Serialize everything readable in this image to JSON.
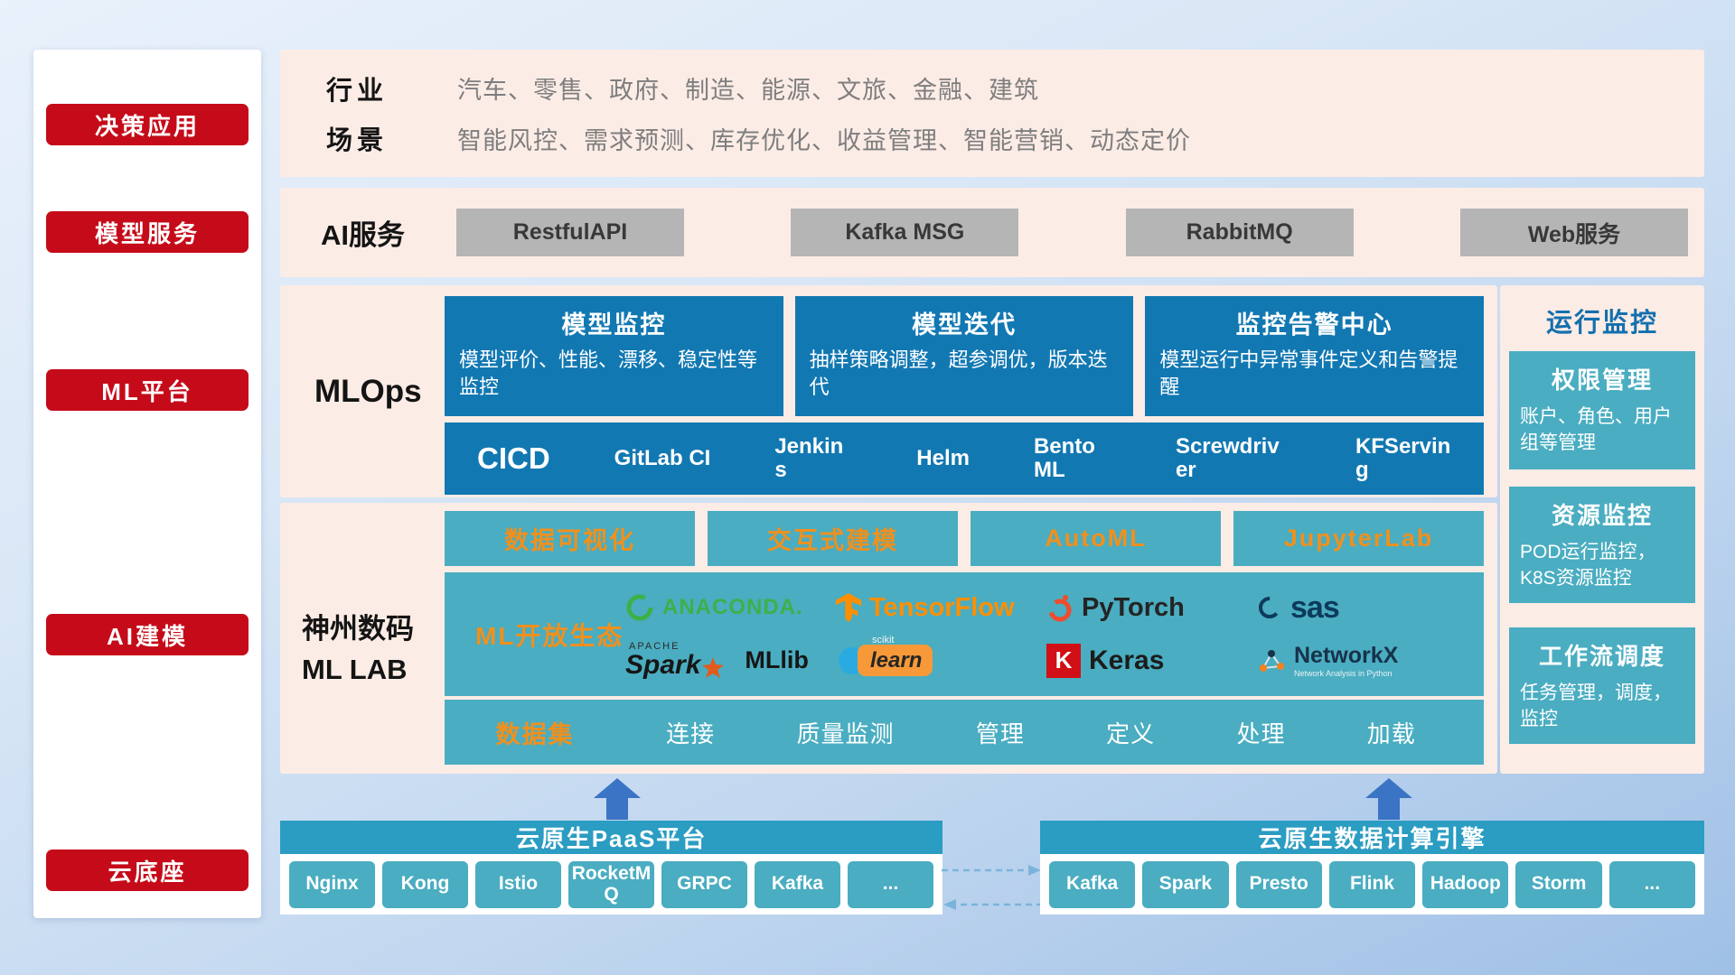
{
  "sidebar": {
    "items": [
      {
        "label": "决策应用"
      },
      {
        "label": "模型服务"
      },
      {
        "label": "ML平台"
      },
      {
        "label": "AI建模"
      },
      {
        "label": "云底座"
      }
    ]
  },
  "industry": {
    "rows": [
      {
        "label": "行业",
        "text": "汽车、零售、政府、制造、能源、文旅、金融、建筑"
      },
      {
        "label": "场景",
        "text": "智能风控、需求预测、库存优化、收益管理、智能营销、动态定价"
      }
    ]
  },
  "ai_service": {
    "label": "AI服务",
    "buttons": [
      "RestfulAPI",
      "Kafka MSG",
      "RabbitMQ",
      "Web服务"
    ]
  },
  "mlops": {
    "label": "MLOps",
    "cards": [
      {
        "title": "模型监控",
        "desc": "模型评价、性能、漂移、稳定性等监控"
      },
      {
        "title": "模型迭代",
        "desc": "抽样策略调整，超参调优，版本迭代"
      },
      {
        "title": "监控告警中心",
        "desc": "模型运行中异常事件定义和告警提醒"
      }
    ],
    "cicd": {
      "title": "CICD",
      "items": [
        "GitLab CI",
        "Jenkins",
        "Helm",
        "BentoML",
        "Screwdriver",
        "KFServing"
      ]
    }
  },
  "monitoring": {
    "title": "运行监控",
    "cards": [
      {
        "title": "权限管理",
        "desc": "账户、角色、用户组等管理"
      },
      {
        "title": "资源监控",
        "desc": "POD运行监控，K8S资源监控"
      },
      {
        "title": "工作流调度",
        "desc": "任务管理，调度，监控"
      }
    ]
  },
  "mllab": {
    "label_line1": "神州数码",
    "label_line2": "ML LAB",
    "tools": [
      "数据可视化",
      "交互式建模",
      "AutoML",
      "JupyterLab"
    ],
    "ecosystem_label": "ML开放生态",
    "logos": {
      "anaconda": "ANACONDA.",
      "tensorflow": "TensorFlow",
      "pytorch": "PyTorch",
      "sas": "sas",
      "apache": "APACHE",
      "spark": "Spark",
      "mllib": "MLlib",
      "scikit_small": "scikit",
      "learn": "learn",
      "keras_k": "K",
      "keras": "Keras",
      "networkx": "NetworkX",
      "networkx_sub": "Network Analysis in Python"
    },
    "dataset": {
      "title": "数据集",
      "items": [
        "连接",
        "质量监测",
        "管理",
        "定义",
        "处理",
        "加载"
      ]
    }
  },
  "bottom": {
    "paas": {
      "title": "云原生PaaS平台",
      "items": [
        "Nginx",
        "Kong",
        "Istio",
        "RocketMQ",
        "GRPC",
        "Kafka",
        "..."
      ]
    },
    "engine": {
      "title": "云原生数据计算引擎",
      "items": [
        "Kafka",
        "Spark",
        "Presto",
        "Flink",
        "Hadoop",
        "Storm",
        "..."
      ]
    }
  },
  "colors": {
    "red": "#c50b19",
    "blue": "#1278b2",
    "teal": "#4aadc1",
    "teal_dark": "#2b9cc2",
    "orange": "#f0901d",
    "panel_pink": "#fcece6",
    "gray_button": "#b5b5b5",
    "arrow_blue": "#3b74c4"
  }
}
